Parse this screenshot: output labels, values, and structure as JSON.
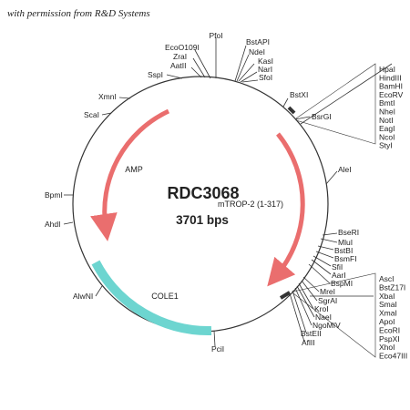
{
  "header": {
    "permission": "with permission from R&D Systems"
  },
  "plasmid": {
    "name": "RDC3068",
    "size_label": "3701 bps",
    "insert_label": "mTROP-2 (1-317)"
  },
  "features": {
    "amp": "AMP",
    "cole1": "COLE1"
  },
  "colors": {
    "arrow": "#ea6e6e",
    "cole1": "#6dd5d0",
    "backbone": "#333333"
  },
  "sites": {
    "pfoi": "PfoI",
    "ecoo109i": "EcoO109I",
    "zrai": "ZraI",
    "aatii": "AatII",
    "sspi": "SspI",
    "xmni": "XmnI",
    "scai": "ScaI",
    "bpmi": "BpmI",
    "ahdi": "AhdI",
    "alwni": "AlwNI",
    "pcii": "PciI",
    "bstapi": "BstAPI",
    "ndei": "NdeI",
    "kasi": "KasI",
    "nari": "NarI",
    "sfoi": "SfoI",
    "bstxi": "BstXI",
    "bsrgi": "BsrGI",
    "alei": "AleI",
    "bseri": "BseRI",
    "mlui": "MluI",
    "bstbi": "BstBI",
    "bsmfi": "BsmFI",
    "sfii": "SfiI",
    "aari": "AarI",
    "bspmi": "BspMI",
    "mrei": "MreI",
    "sgrai": "SgrAI",
    "kroi": "KroI",
    "naei": "NaeI",
    "ngomiv": "NgoMIV",
    "bsteii": "BstEII",
    "afliii": "AflII"
  },
  "mcs_top": [
    "HpaI",
    "HindIII",
    "BamHI",
    "EcoRV",
    "BmtI",
    "NheI",
    "NotI",
    "EagI",
    "NcoI",
    "StyI"
  ],
  "mcs_bottom": [
    "AscI",
    "BstZ17I",
    "XbaI",
    "SmaI",
    "XmaI",
    "ApoI",
    "EcoRI",
    "PspXI",
    "XhoI",
    "Eco47III"
  ]
}
